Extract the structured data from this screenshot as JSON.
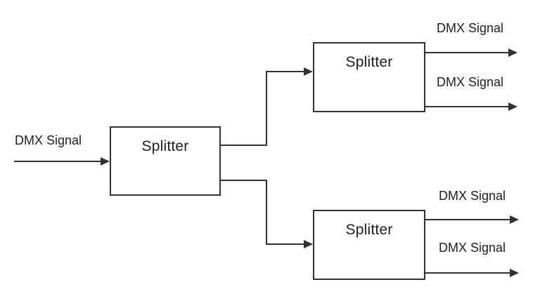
{
  "diagram": {
    "type": "flow-diagram",
    "description": "DMX signal splitter tree: one input splitter feeding two downstream splitters, each with two DMX Signal outputs",
    "colors": {
      "background": "#ffffff",
      "line": "#333333",
      "text": "#1f1f1f"
    },
    "input": {
      "label": "DMX Signal"
    },
    "nodes": [
      {
        "id": "splitter-main",
        "label": "Splitter"
      },
      {
        "id": "splitter-top",
        "label": "Splitter"
      },
      {
        "id": "splitter-bottom",
        "label": "Splitter"
      }
    ],
    "connections": [
      {
        "from": "input",
        "to": "splitter-main"
      },
      {
        "from": "splitter-main",
        "to": "splitter-top"
      },
      {
        "from": "splitter-main",
        "to": "splitter-bottom"
      }
    ],
    "outputs": [
      {
        "from": "splitter-top",
        "label": "DMX Signal"
      },
      {
        "from": "splitter-top",
        "label": "DMX Signal"
      },
      {
        "from": "splitter-bottom",
        "label": "DMX Signal"
      },
      {
        "from": "splitter-bottom",
        "label": "DMX Signal"
      }
    ]
  }
}
